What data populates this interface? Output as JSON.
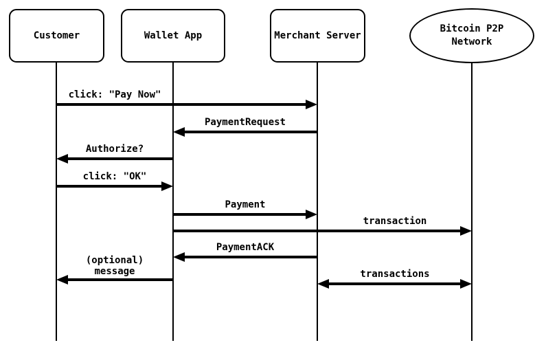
{
  "diagram": {
    "type": "sequence-diagram",
    "background_color": "#ffffff",
    "stroke_color": "#000000",
    "participants": [
      {
        "name": "Customer",
        "shape": "rounded-rect"
      },
      {
        "name": "Wallet App",
        "shape": "rounded-rect"
      },
      {
        "name": "Merchant Server",
        "shape": "rounded-rect"
      },
      {
        "name": "Bitcoin P2P\nNetwork",
        "shape": "ellipse"
      }
    ],
    "messages": [
      {
        "label": "click: \"Pay Now\"",
        "from": "Customer",
        "to": "Merchant Server",
        "direction": "right"
      },
      {
        "label": "PaymentRequest",
        "from": "Merchant Server",
        "to": "Wallet App",
        "direction": "left"
      },
      {
        "label": "Authorize?",
        "from": "Wallet App",
        "to": "Customer",
        "direction": "left"
      },
      {
        "label": "click: \"OK\"",
        "from": "Customer",
        "to": "Wallet App",
        "direction": "right"
      },
      {
        "label": "Payment",
        "from": "Wallet App",
        "to": "Merchant Server",
        "direction": "right"
      },
      {
        "label": "transaction",
        "from": "Wallet App",
        "to": "Bitcoin P2P Network",
        "direction": "right"
      },
      {
        "label": "PaymentACK",
        "from": "Merchant Server",
        "to": "Wallet App",
        "direction": "left"
      },
      {
        "label": "(optional)\nmessage",
        "from": "Wallet App",
        "to": "Customer",
        "direction": "left"
      },
      {
        "label": "transactions",
        "from": "Merchant Server",
        "to": "Bitcoin P2P Network",
        "direction": "both"
      }
    ]
  }
}
